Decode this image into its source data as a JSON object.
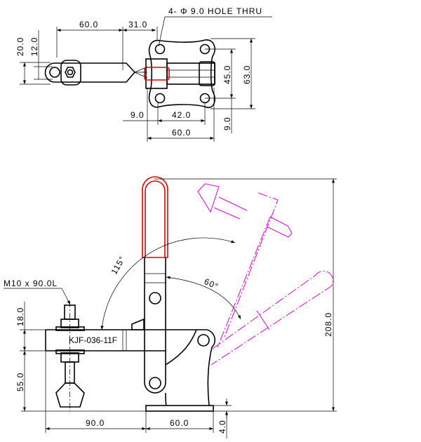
{
  "top_view": {
    "hole_note": "4- Φ 9.0 HOLE THRU",
    "dims": {
      "arm_length": "60.0",
      "offset": "31.0",
      "height_outer": "20.0",
      "height_inner": "12.0",
      "hole_spacing_v": "45.0",
      "base_height": "63.0",
      "edge_v": "9.0",
      "edge_h": "9.0",
      "hole_spacing_h": "42.0",
      "base_width": "60.0"
    }
  },
  "side_view": {
    "model": "KJF-036-11F",
    "spindle_note": "M10 x 90.0L",
    "dims": {
      "spindle_up": "18.0",
      "spindle_down": "55.0",
      "reach": "90.0",
      "base_width": "60.0",
      "base_thickness": "4.0",
      "total_height": "208.0"
    },
    "angles": {
      "open": "115°",
      "release": "60°"
    }
  },
  "colors": {
    "handle": "#e00000",
    "alt_position": "#e000e0",
    "lines": "#000000"
  }
}
